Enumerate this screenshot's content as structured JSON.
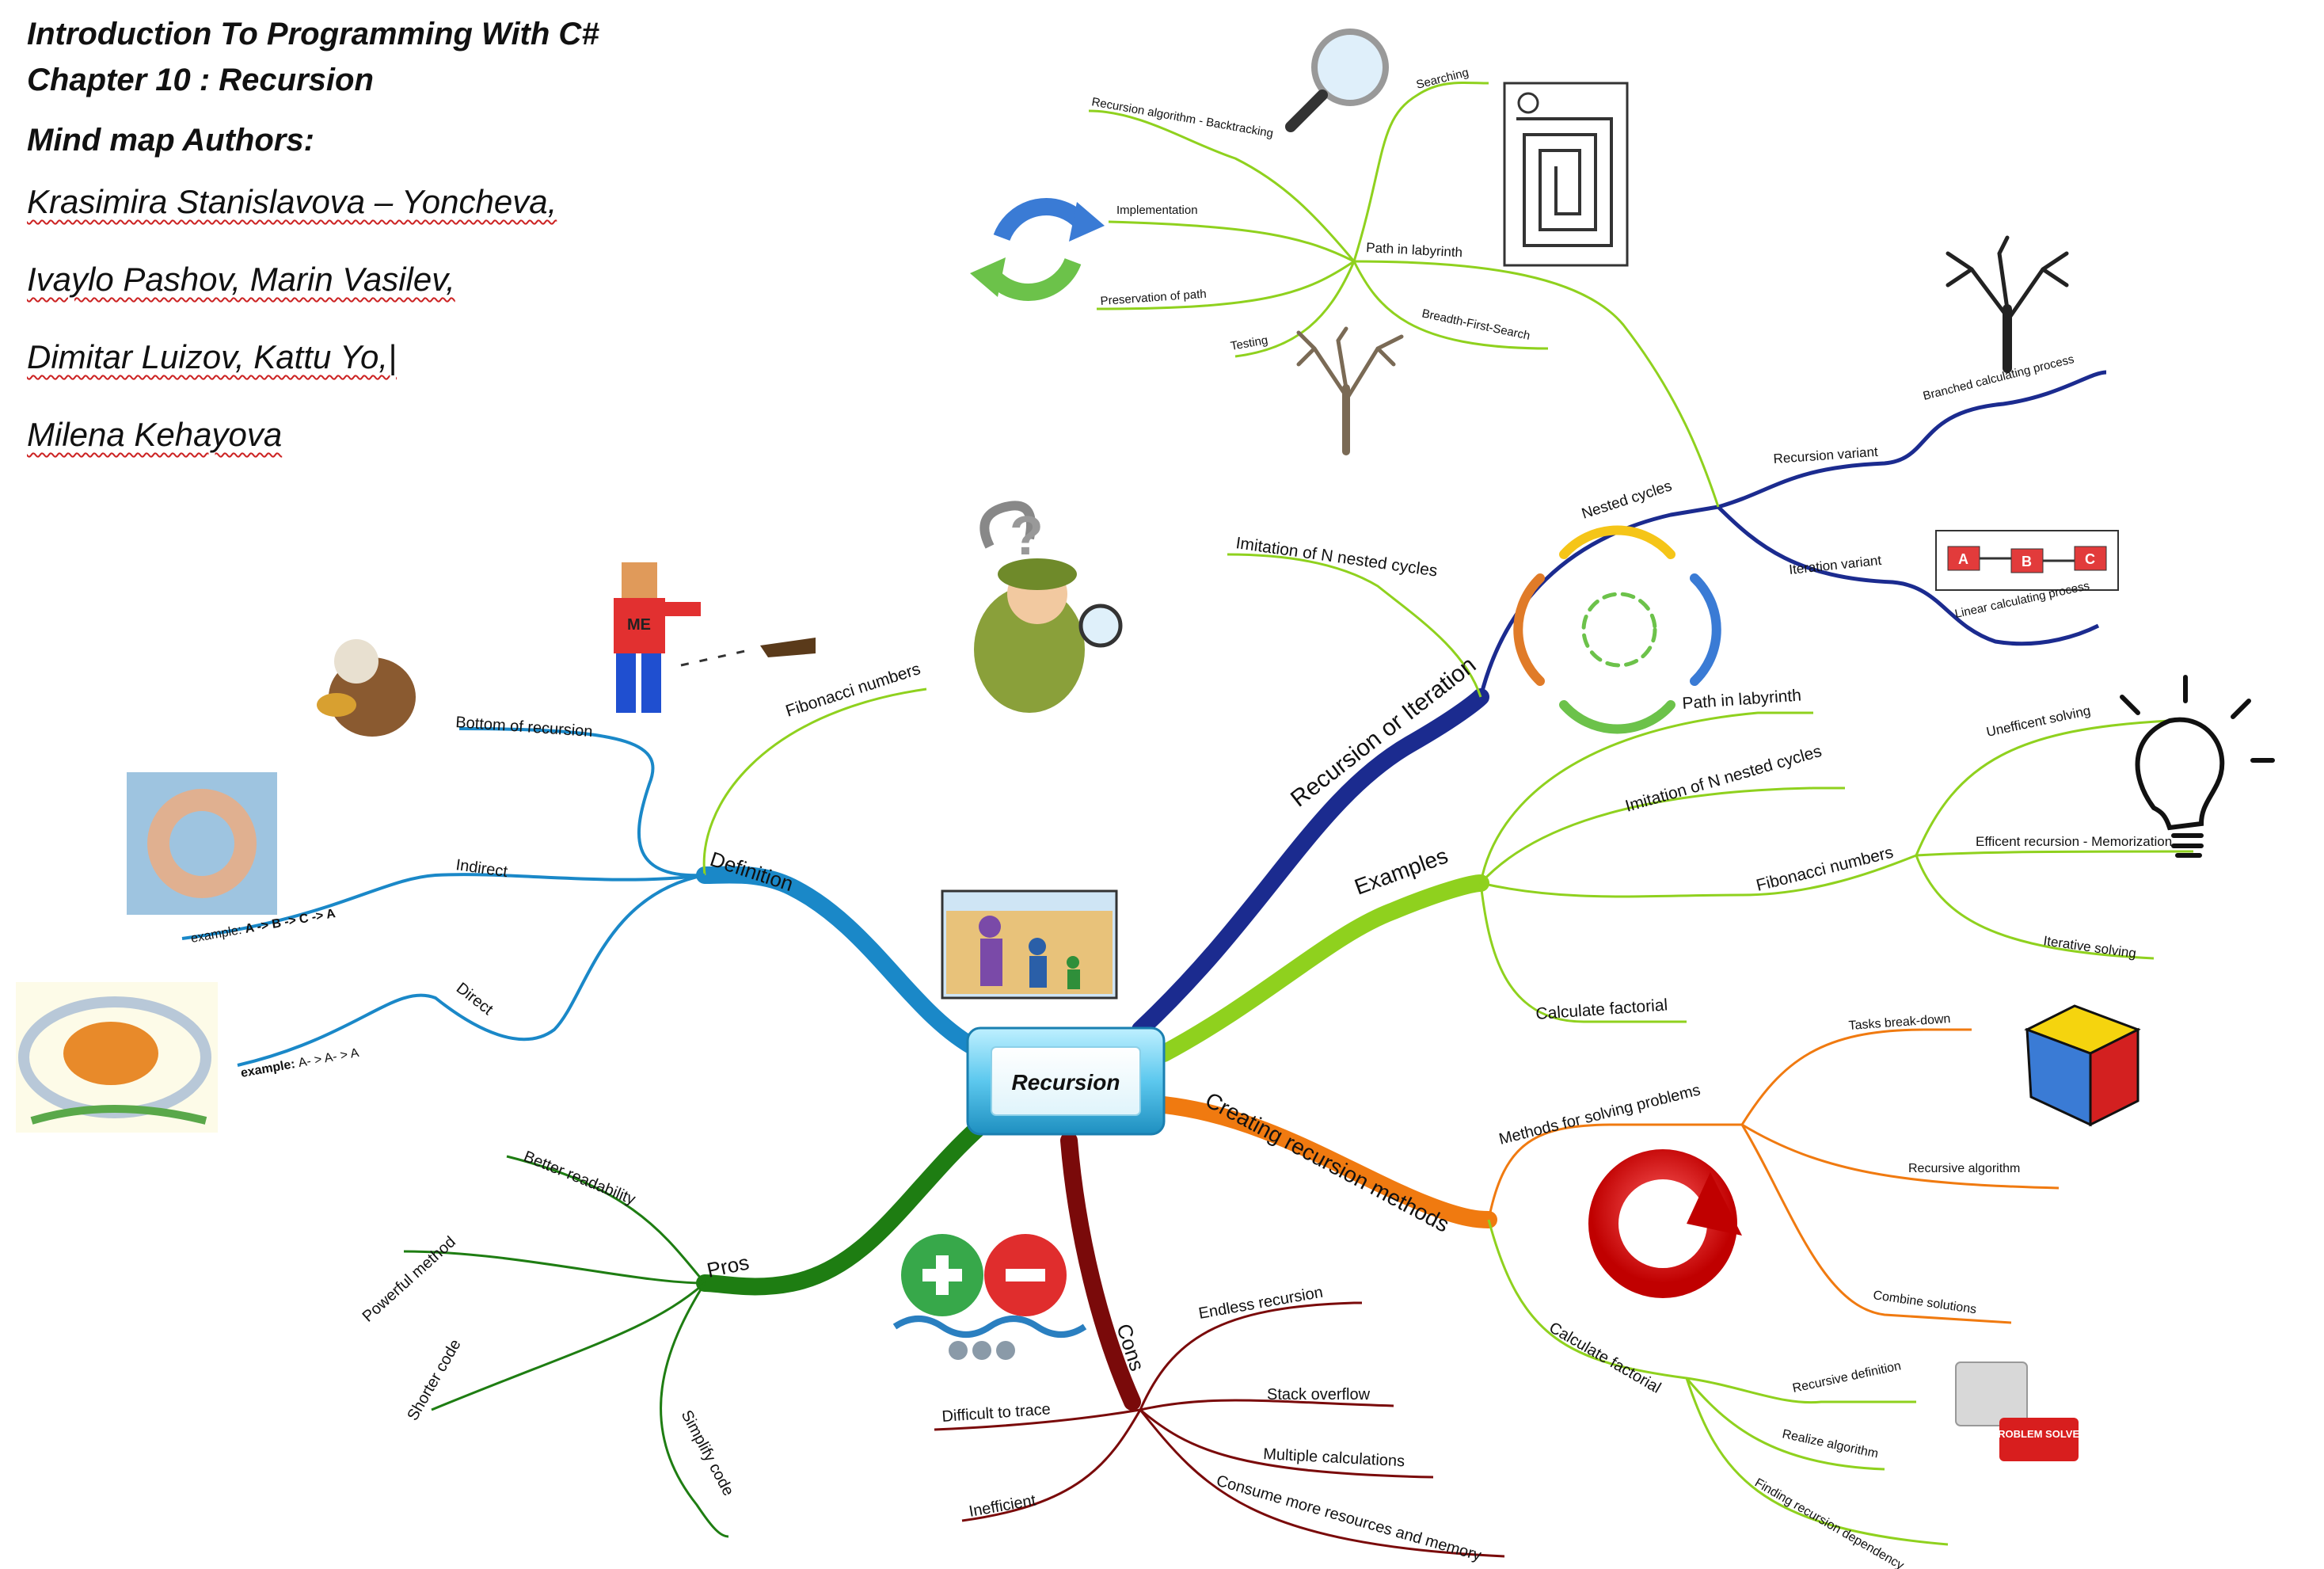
{
  "header": {
    "title_line1": "Introduction To Programming With C#",
    "title_line2": "Chapter 10 : Recursion",
    "authors_heading": "Mind map Authors:",
    "author_lines": [
      "Krasimira Stanislavova – Yoncheva,",
      "Ivaylo Pashov, Marin Vasilev,",
      "Dimitar Luizov, Kattu Yo,|",
      "Milena Kehayova"
    ]
  },
  "central": {
    "label": "Recursion"
  },
  "branches": {
    "recursion_or_iteration": {
      "label": "Recursion or Iteration",
      "color": "#1b2b8f",
      "nested_cycles": "Nested cycles",
      "imitation_nested": "Imitation of N nested cycles",
      "recursion_variant": "Recursion variant",
      "branched_process": "Branched calculating process",
      "iteration_variant": "Iteration variant",
      "linear_process": "Linear calculating process",
      "path_in_labyrinth": {
        "label": "Path in labyrinth",
        "searching": "Searching",
        "backtracking": "Recursion algorithm - Backtracking",
        "implementation": "Implementation",
        "preservation": "Preservation of path",
        "testing": "Testing",
        "bfs": "Breadth-First-Search"
      },
      "abc_boxes": [
        "A",
        "B",
        "C"
      ]
    },
    "examples": {
      "label": "Examples",
      "color": "#8fd11e",
      "path_in_labyrinth": "Path in labyrinth",
      "imitation_nested": "Imitation of N nested cycles",
      "fibonacci": "Fibonacci numbers",
      "unefficent": "Unefficent solving",
      "memoization": "Efficent recursion - Memorization",
      "iterative": "Iterative solving",
      "factorial": "Calculate factorial"
    },
    "creating_methods": {
      "label": "Creating recursion methods",
      "color": "#f07a10",
      "methods_solving": "Methods for solving problems",
      "tasks_breakdown": "Tasks break-down",
      "recursive_algorithm": "Recursive algorithm",
      "combine_solutions": "Combine solutions",
      "calc_factorial": "Calculate factorial",
      "recursive_definition": "Recursive definition",
      "realize_algorithm": "Realize algorithm",
      "finding_dependency": "Finding recursion dependency",
      "puzzle_text": "PROBLEM SOLVED"
    },
    "cons": {
      "label": "Cons",
      "color": "#7a0a0a",
      "endless": "Endless recursion",
      "stack_overflow": "Stack overflow",
      "multiple_calc": "Multiple calculations",
      "consume": "Consume more resources and memory",
      "inefficient": "Inefficient",
      "difficult": "Difficult to trace"
    },
    "pros": {
      "label": "Pros",
      "color": "#1e7d12",
      "readability": "Better readability",
      "powerful": "Powerful method",
      "shorter": "Shorter code",
      "simplify": "Simplify code"
    },
    "definition": {
      "label": "Definition",
      "color": "#1a88c8",
      "fibonacci": "Fibonacci numbers",
      "bottom": "Bottom of recursion",
      "indirect": "Indirect",
      "indirect_example_prefix": "example: ",
      "indirect_example": "A -> B -> C -> A",
      "direct": "Direct",
      "direct_example_prefix": "example: ",
      "direct_example": "A- > A- > A",
      "me_shirt": "ME"
    }
  }
}
